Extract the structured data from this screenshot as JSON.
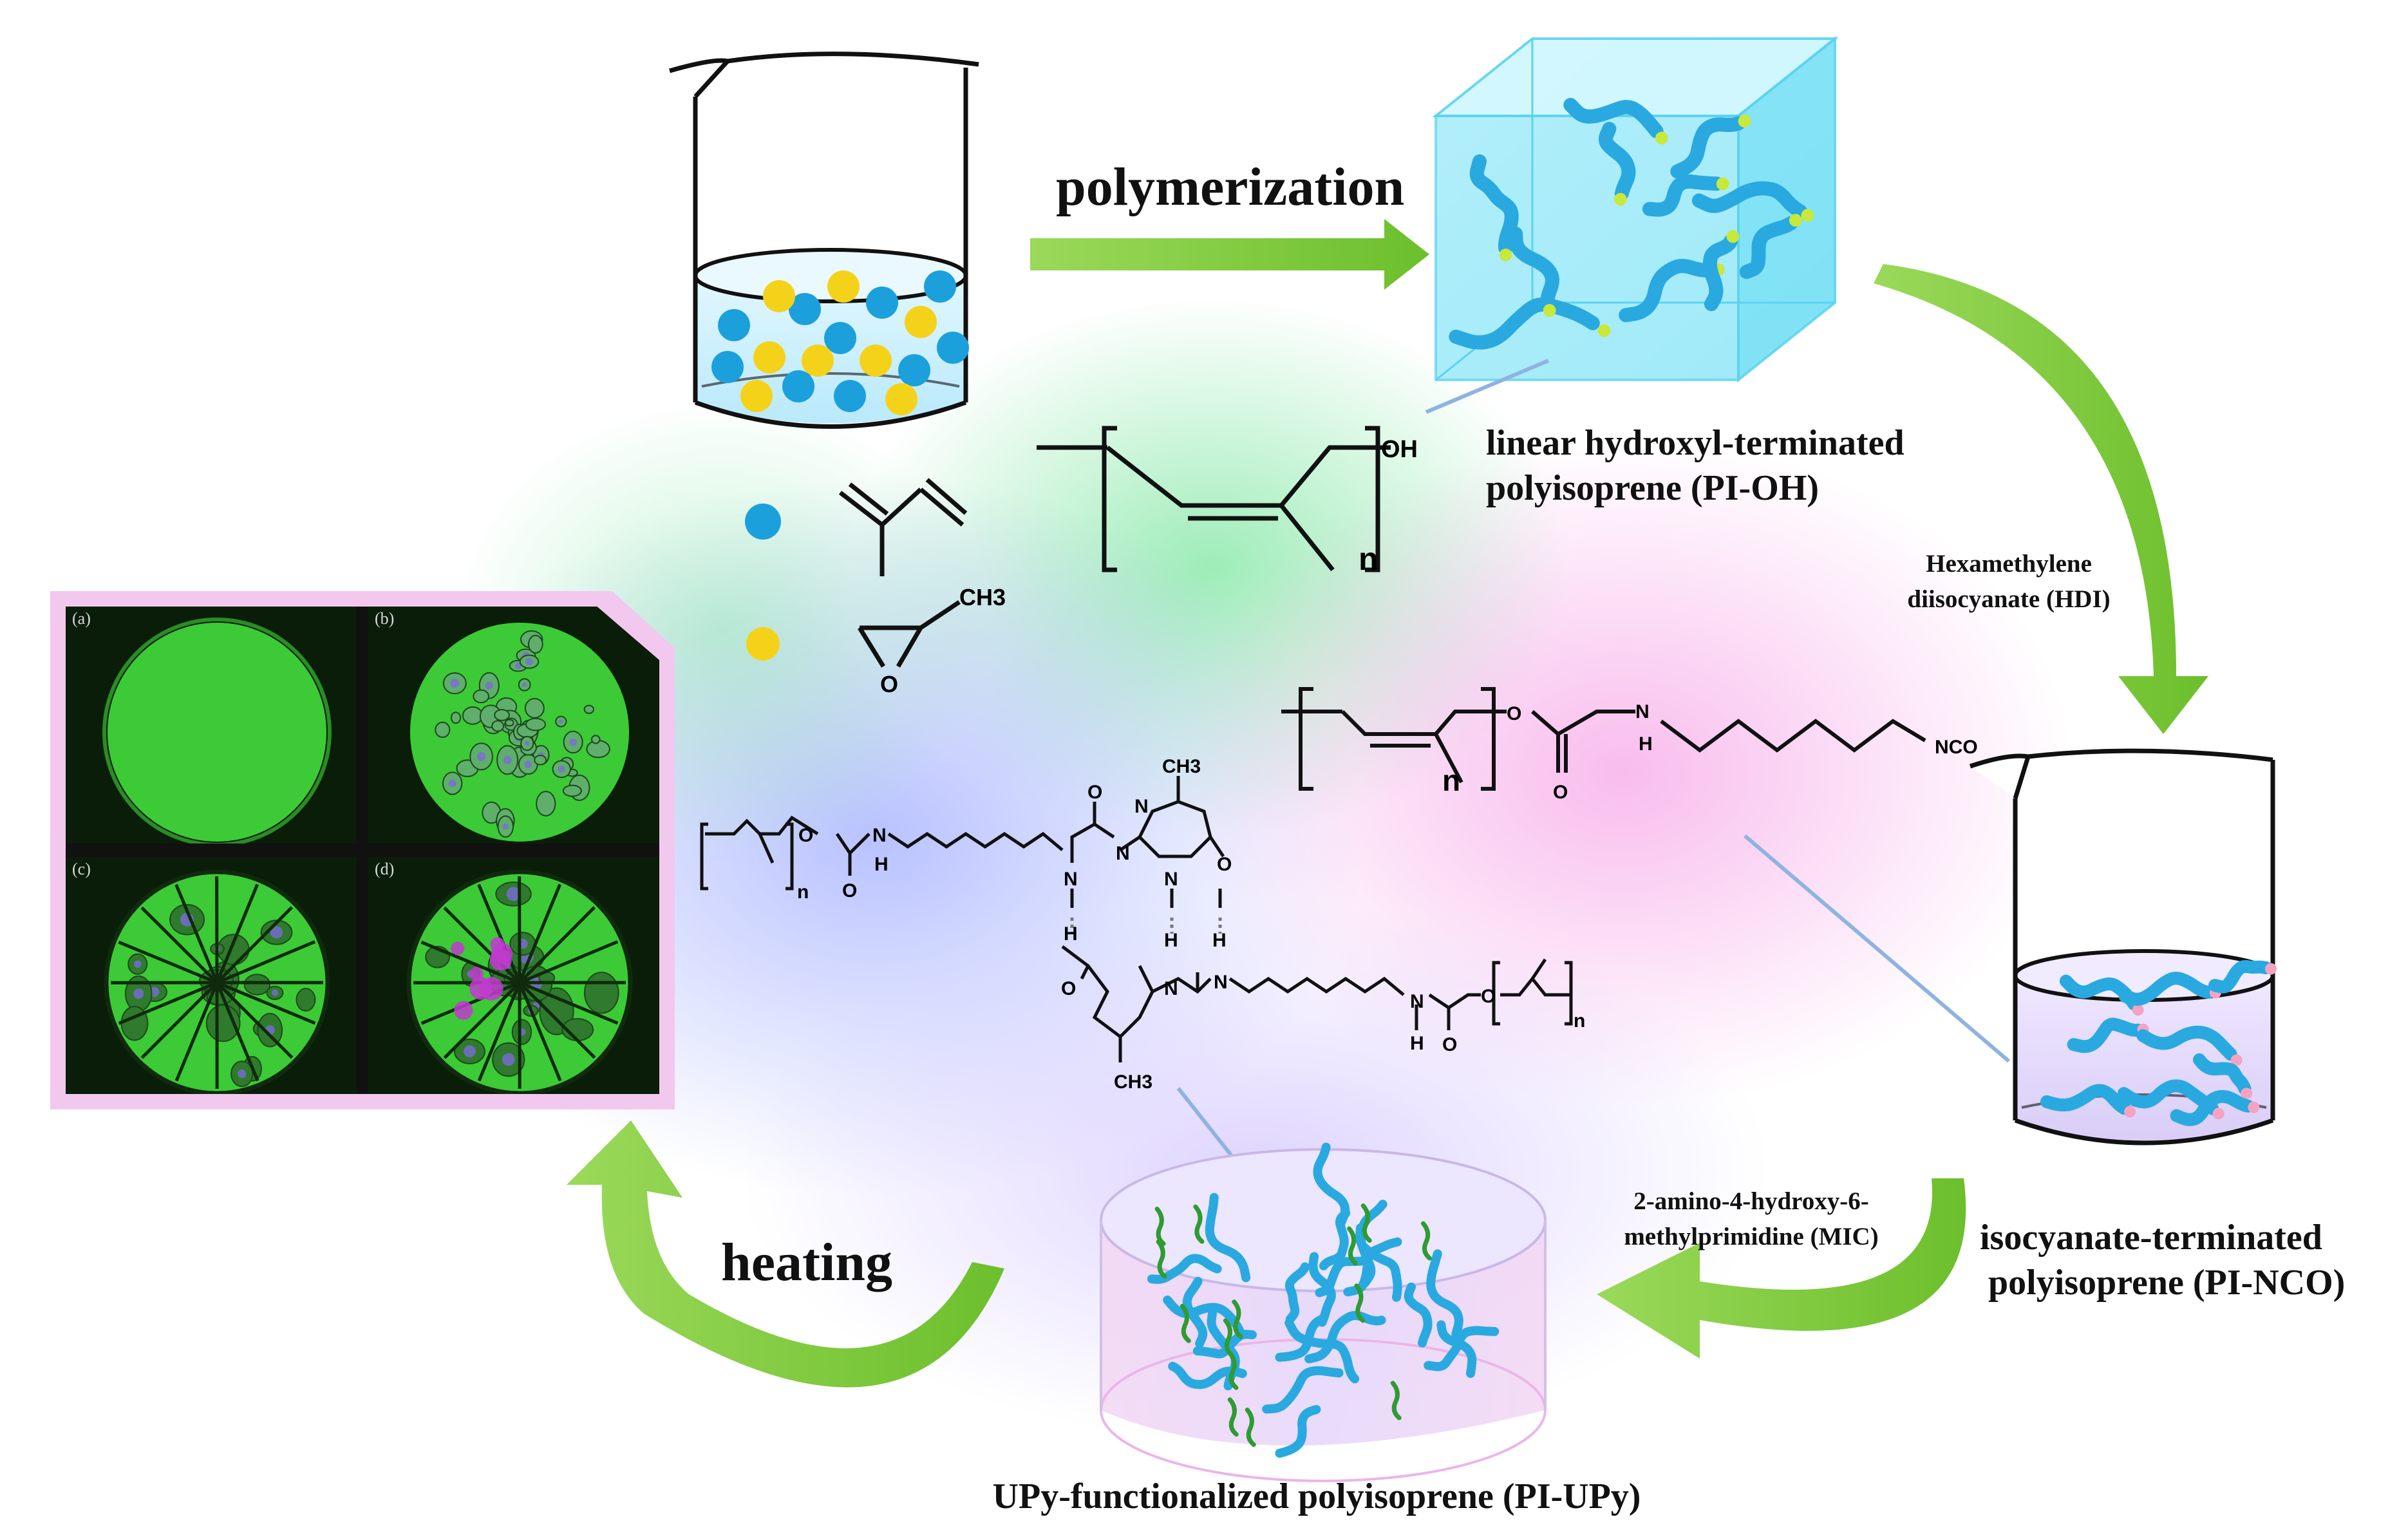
{
  "labels": {
    "polymerization": "polymerization",
    "pi_oh_line1": "linear hydroxyl-terminated",
    "pi_oh_line2": "polyisoprene (PI-OH)",
    "hdi_line1": "Hexamethylene",
    "hdi_line2": "diisocyanate (HDI)",
    "mic_line1": "2-amino-4-hydroxy-6-",
    "mic_line2": "methylprimidine (MIC)",
    "pi_nco_line1": "isocyanate-terminated",
    "pi_nco_line2": "polyisoprene (PI-NCO)",
    "pi_upy": "UPy-functionalized polyisoprene (PI-UPy)",
    "heating": "heating"
  },
  "chem": {
    "oh": "OH",
    "n": "n",
    "ch3": "CH3",
    "o": "O",
    "n_atom": "N",
    "h": "H",
    "nco": "NCO"
  },
  "micrographs": [
    {
      "label": "(a)"
    },
    {
      "label": "(b)"
    },
    {
      "label": "(c)"
    },
    {
      "label": "(d)"
    }
  ],
  "colors": {
    "arrow_green": "#7dc83a",
    "monomer_blue": "#1ba0dc",
    "monomer_yellow": "#f5d21a",
    "chain_blue": "#29a9e0",
    "chain_end_green": "#c8e83a",
    "chain_end_pink": "#f4a3c2",
    "crosslink_green": "#2f9b32",
    "cube_cyan": "#8fe8f8",
    "panel_pink": "#f2c8ef",
    "micro_green": "#3fd43a"
  }
}
